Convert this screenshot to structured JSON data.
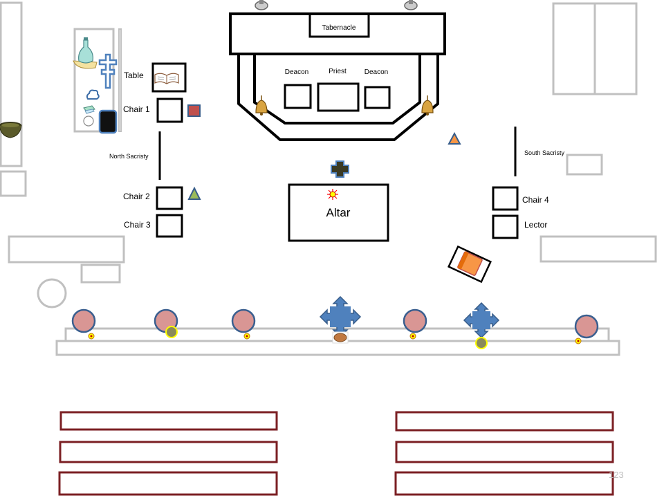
{
  "labels": {
    "tabernacle": "Tabernacle",
    "deacon_left": "Deacon",
    "priest": "Priest",
    "deacon_right": "Deacon",
    "table": "Table",
    "chair1": "Chair 1",
    "chair2": "Chair 2",
    "chair3": "Chair 3",
    "chair4": "Chair 4",
    "lector": "Lector",
    "north_sacristy": "North Sacristy",
    "south_sacristy": "South Sacristy",
    "altar": "Altar",
    "page_number": "123"
  },
  "icons": {
    "cross": "cross-icon",
    "cruet": "cruet-icon",
    "book": "book-icon",
    "bell": "bell-icon",
    "bowl": "bowl-icon",
    "candle": "candle-icon",
    "server": "server-marker-icon",
    "move": "four-way-arrow-icon",
    "triangle": "triangle-marker-icon"
  },
  "colors": {
    "outline": "#000000",
    "wall": "#c0c0c0",
    "pew": "#7b1f23",
    "server_fill": "#d99694",
    "server_stroke": "#3a5f8f",
    "marker_blue": "#4f81bd",
    "triangle_orange": "#f79646",
    "triangle_green": "#9bbb59",
    "candle_yellow": "#ffff00",
    "square_red": "#c0504d",
    "book_orange": "#f79646"
  }
}
